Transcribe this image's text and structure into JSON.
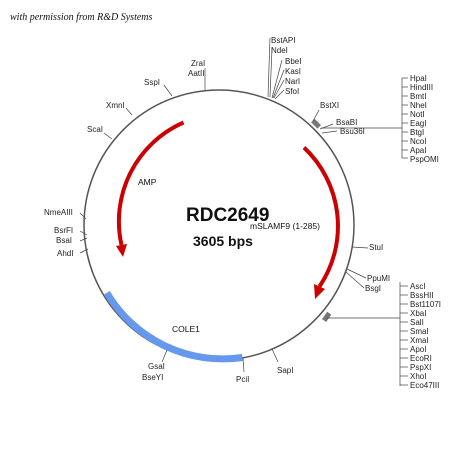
{
  "credit": "with permission from R&D Systems",
  "plasmid": {
    "name": "RDC2649",
    "size": "3605 bps"
  },
  "features": {
    "amp": "AMP",
    "insert": "mSLAMF9 (1-285)",
    "cole1": "COLE1"
  },
  "sites": {
    "top": [
      "BstAPI",
      "NdeI",
      "BbeI",
      "KasI",
      "NarI",
      "SfoI"
    ],
    "zrai": "ZraI",
    "aatii": "AatII",
    "sspi": "SspI",
    "xmni": "XmnI",
    "scai": "ScaI",
    "bstxi": "BstXI",
    "bsabi": "BsaBI",
    "bsu36i": "Bsu36I",
    "mcs1": [
      "HpaI",
      "HindIII",
      "BmtI",
      "NheI",
      "NotI",
      "EagI",
      "BtgI",
      "NcoI",
      "ApaI",
      "PspOMI"
    ],
    "left": [
      "NmeAIII",
      "BsrFI",
      "BsaI",
      "AhdI"
    ],
    "stui": "StuI",
    "ppumi": "PpuMI",
    "bsgi": "BsgI",
    "mcs2": [
      "AscI",
      "BssHII",
      "Bst1107I",
      "XbaI",
      "SalI",
      "SmaI",
      "XmaI",
      "ApoI",
      "EcoRI",
      "PspXI",
      "XhoI",
      "Eco47III"
    ],
    "gsai": "GsaI",
    "bseyi": "BseYI",
    "pcii": "PciI",
    "sapi": "SapI"
  },
  "colors": {
    "backbone": "#555555",
    "arrow": "#cc0000",
    "ori": "#6699ee"
  }
}
